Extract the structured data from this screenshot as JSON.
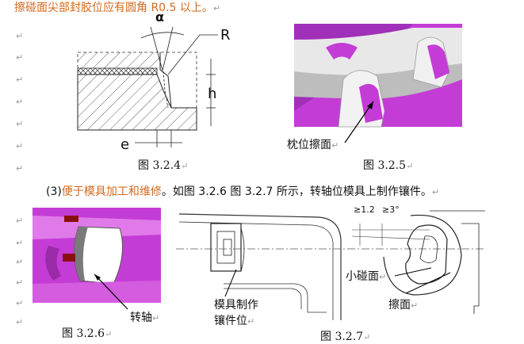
{
  "line1": {
    "text": "擦碰面尖部封胶位应有圆角 R0.5 以上。",
    "para": "↵"
  },
  "para_mark": "↵",
  "figures": {
    "f324": {
      "caption": "图 3.2.4",
      "labels": {
        "alpha": "α",
        "R": "R",
        "h": "h",
        "e": "e"
      }
    },
    "f325": {
      "caption": "图 3.2.5",
      "labels": {
        "pillow": "枕位擦面"
      }
    },
    "f326": {
      "caption": "图 3.2.6",
      "labels": {
        "shaft": "转轴"
      }
    },
    "f327": {
      "caption": "图 3.2.7",
      "labels": {
        "insert1": "模具制作",
        "insert2": "镶件位",
        "small_face": "小碰面",
        "rub_face": "擦面",
        "dim1": "≥1.2",
        "dim2": "≥3°"
      }
    }
  },
  "para3": {
    "prefix": "(3)",
    "highlight": "便于模具加工和维修",
    "rest": "。如图 3.2.6 图 3.2.7 所示，转轴位模具上制作镶件。"
  },
  "colors": {
    "accent_text": "#d2691e",
    "magenta": "#c43cd6",
    "para_mark": "#9a9a9a"
  }
}
